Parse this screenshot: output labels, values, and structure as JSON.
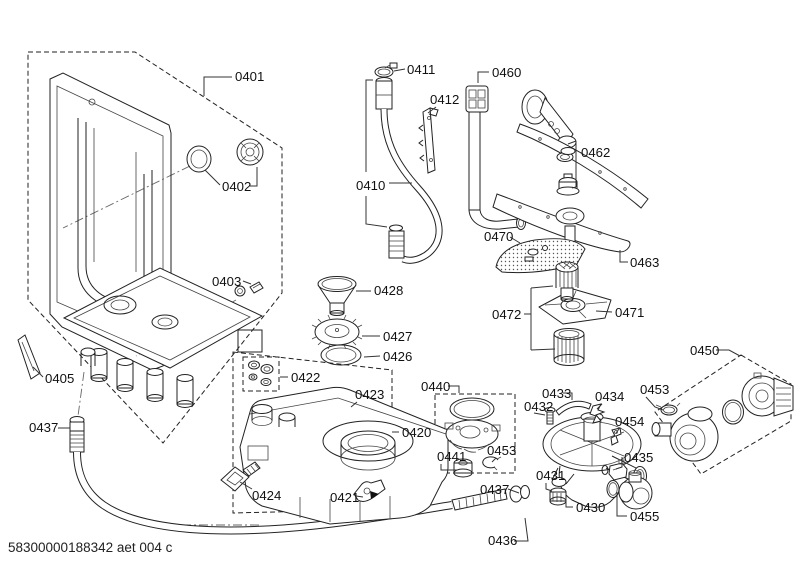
{
  "colors": {
    "background": "#ffffff",
    "line": "#1a1a1a"
  },
  "doc_number": "58300000188342 aet 004 c",
  "parts": {
    "0401": "0401",
    "0402": "0402",
    "0403": "0403",
    "0405": "0405",
    "0410": "0410",
    "0411": "0411",
    "0412": "0412",
    "0420": "0420",
    "0421": "0421",
    "0422": "0422",
    "0423": "0423",
    "0424": "0424",
    "0426": "0426",
    "0427": "0427",
    "0428": "0428",
    "0430": "0430",
    "0431": "0431",
    "0432": "0432",
    "0433": "0433",
    "0434": "0434",
    "0435": "0435",
    "0436": "0436",
    "0437": "0437",
    "0440": "0440",
    "0441": "0441",
    "0450": "0450",
    "0453": "0453",
    "0454": "0454",
    "0455": "0455",
    "0460": "0460",
    "0462": "0462",
    "0463": "0463",
    "0470": "0470",
    "0471": "0471",
    "0472": "0472"
  }
}
